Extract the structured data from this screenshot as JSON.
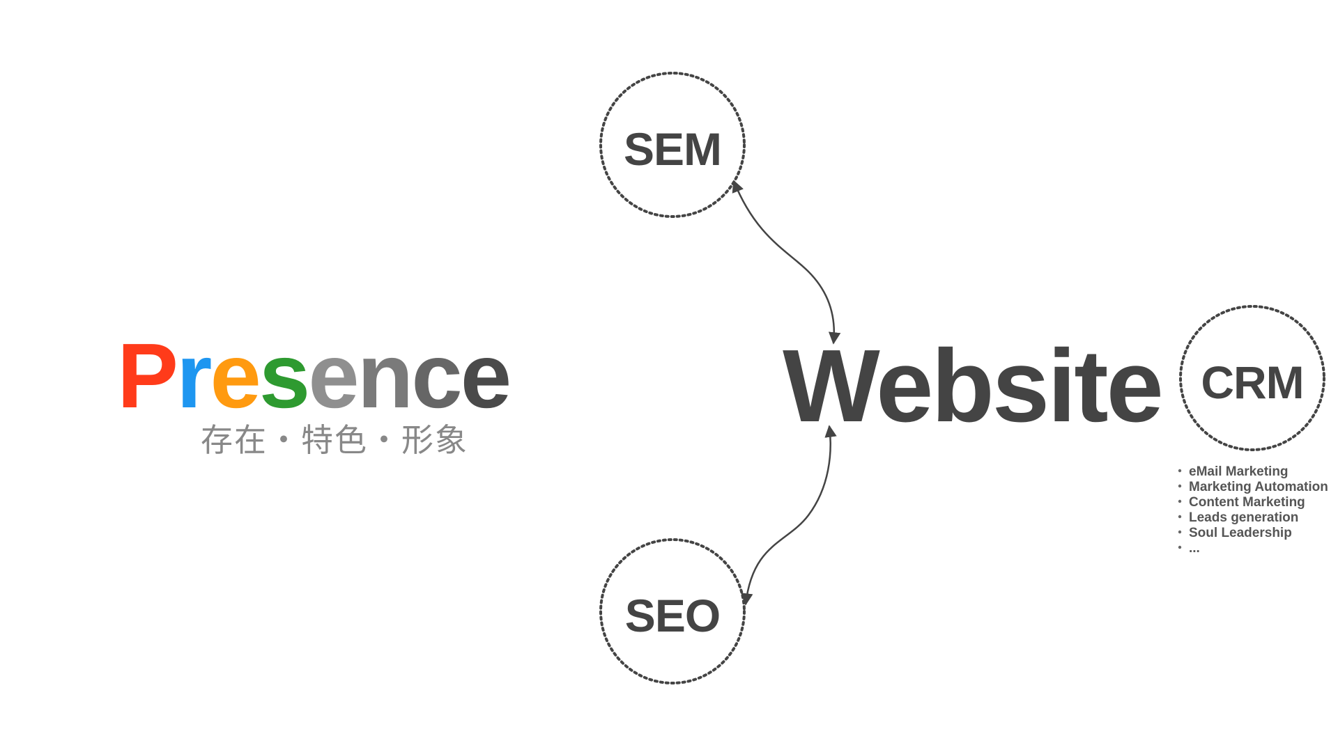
{
  "presence": {
    "letters": [
      {
        "char": "P",
        "color": "#ff3b1a"
      },
      {
        "char": "r",
        "color": "#1e96f0"
      },
      {
        "char": "e",
        "color": "#ff9a10"
      },
      {
        "char": "s",
        "color": "#2e9a30"
      },
      {
        "char": "e",
        "color": "#8f8f8f"
      },
      {
        "char": "n",
        "color": "#7a7a7a"
      },
      {
        "char": "c",
        "color": "#666666"
      },
      {
        "char": "e",
        "color": "#4a4a4a"
      }
    ],
    "subtitle": "存在・特色・形象"
  },
  "nodes": {
    "sem": "SEM",
    "seo": "SEO",
    "crm": "CRM"
  },
  "website": "Website",
  "crm_list": [
    "eMail Marketing",
    "Marketing Automation",
    "Content Marketing",
    "Leads generation",
    "Soul Leadership",
    "..."
  ],
  "colors": {
    "text_dark": "#444444",
    "subtitle_gray": "#888888"
  },
  "icons": {
    "arrow": "arrowhead-icon",
    "bullet": "bullet-dot-icon"
  }
}
